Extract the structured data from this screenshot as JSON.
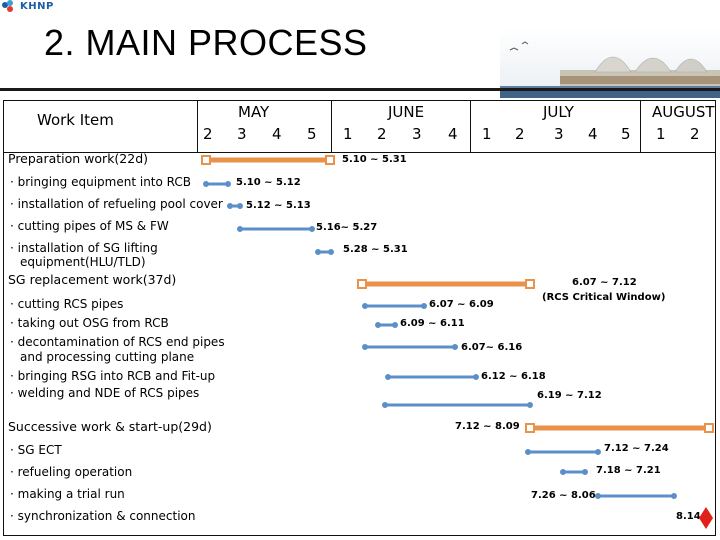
{
  "header": {
    "logo_text": "KHNP",
    "title": "2. MAIN PROCESS"
  },
  "table": {
    "item_header": "Work Item",
    "months": [
      "MAY",
      "JUNE",
      "JULY",
      "AUGUST"
    ],
    "weeks": [
      "2",
      "3",
      "4",
      "5",
      "1",
      "2",
      "3",
      "4",
      "1",
      "2",
      "3",
      "4",
      "5",
      "1",
      "2"
    ]
  },
  "sections": [
    {
      "title": "Preparation work(22d)",
      "range": "5.10 ~ 5.31",
      "items": [
        {
          "label": "· bringing equipment into RCB",
          "range": "5.10 ~ 5.12"
        },
        {
          "label": "· installation of refueling pool cover",
          "range": "5.12 ~ 5.13"
        },
        {
          "label": "· cutting pipes of MS & FW",
          "range": "5.16~ 5.27"
        },
        {
          "label": "· installation of SG lifting",
          "label2": "equipment(HLU/TLD)",
          "range": "5.28 ~ 5.31"
        }
      ]
    },
    {
      "title": "SG replacement work(37d)",
      "range": "6.07 ~ 7.12",
      "note": "(RCS Critical Window)",
      "items": [
        {
          "label": "· cutting RCS pipes",
          "range": "6.07 ~ 6.09"
        },
        {
          "label": "· taking out OSG from RCB",
          "range": "6.09 ~ 6.11"
        },
        {
          "label": "· decontamination of RCS end pipes",
          "label2": "and processing cutting plane",
          "range": "6.07~ 6.16"
        },
        {
          "label": "· bringing RSG into RCB and Fit-up",
          "range": "6.12 ~ 6.18"
        },
        {
          "label": "· welding and NDE of RCS pipes",
          "range": "6.19 ~ 7.12"
        }
      ]
    },
    {
      "title": "Successive work & start-up(29d)",
      "range": "7.12 ~ 8.09",
      "items": [
        {
          "label": "· SG ECT",
          "range": "7.12 ~ 7.24"
        },
        {
          "label": "· refueling operation",
          "range": "7.18 ~ 7.21"
        },
        {
          "label": "· making a trial run",
          "range": "7.26 ~ 8.06"
        },
        {
          "label": "· synchronization & connection",
          "range": "8.14"
        }
      ]
    }
  ],
  "colors": {
    "summary_bar": "#e8924a",
    "task_bar": "#5b8fc9",
    "milestone": "#e0201b",
    "frame": "#111111",
    "logo": "#1a5da8"
  }
}
